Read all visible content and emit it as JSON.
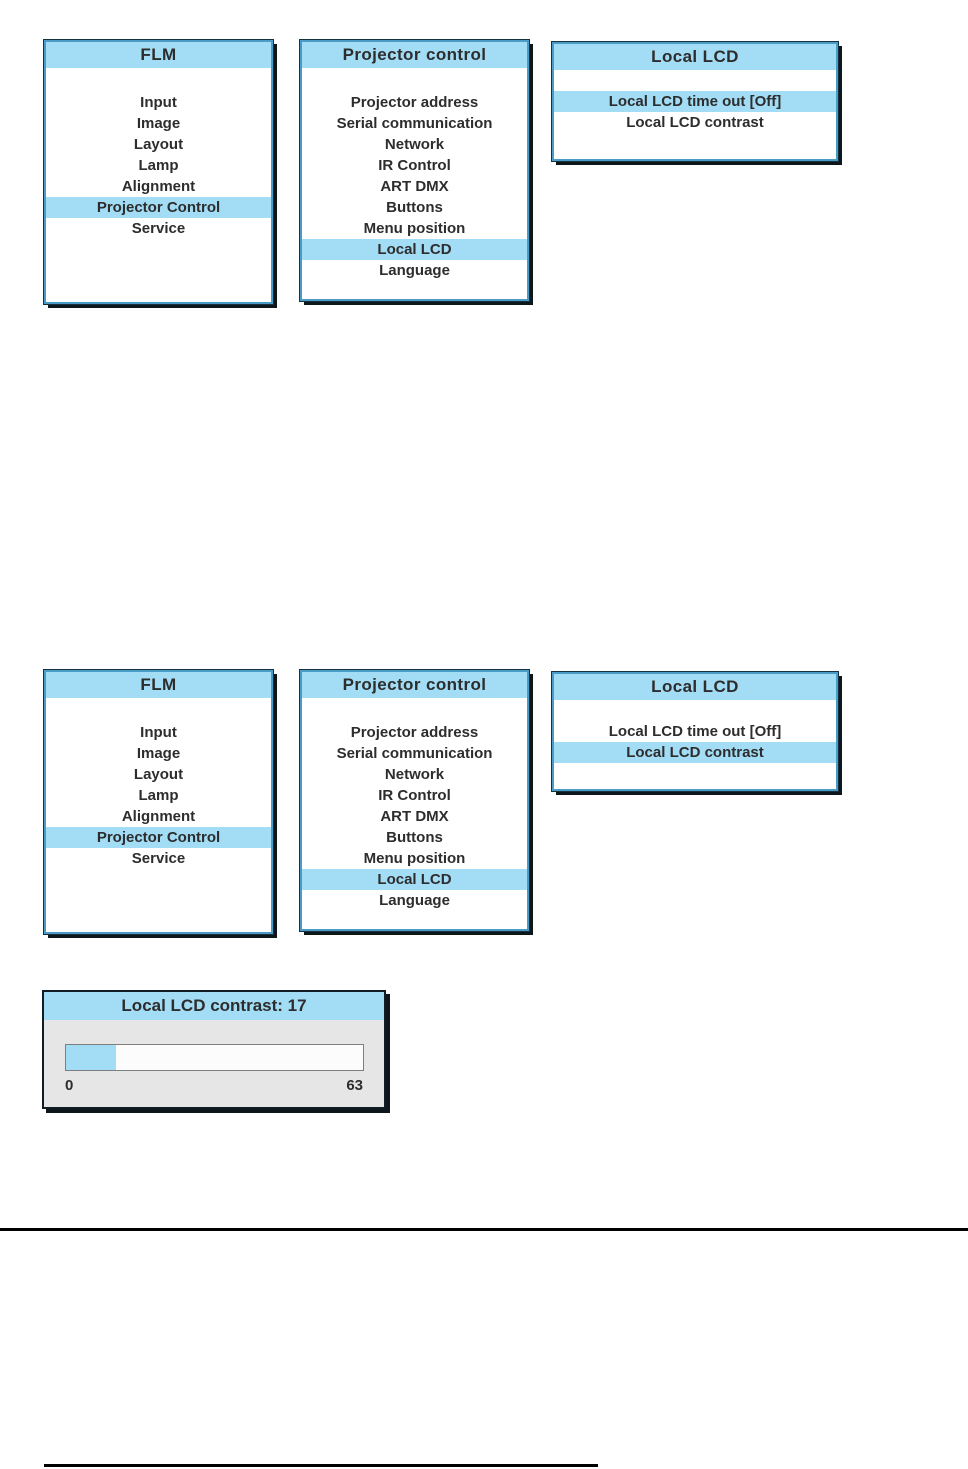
{
  "colors": {
    "blue": "#a2dcf5",
    "border": "#4a9bc6",
    "shadow": "#0d161b",
    "text": "#2d2d2d",
    "dialog": "#e6e6e6"
  },
  "step1": {
    "flm_menu": {
      "title": "FLM",
      "items": [
        {
          "label": "Input",
          "highlighted": false
        },
        {
          "label": "Image",
          "highlighted": false
        },
        {
          "label": "Layout",
          "highlighted": false
        },
        {
          "label": "Lamp",
          "highlighted": false
        },
        {
          "label": "Alignment",
          "highlighted": false
        },
        {
          "label": "Projector Control",
          "highlighted": true
        },
        {
          "label": "Service",
          "highlighted": false
        }
      ]
    },
    "projector_control_menu": {
      "title": "Projector control",
      "items": [
        {
          "label": "Projector address",
          "highlighted": false
        },
        {
          "label": "Serial communication",
          "highlighted": false
        },
        {
          "label": "Network",
          "highlighted": false
        },
        {
          "label": "IR Control",
          "highlighted": false
        },
        {
          "label": "ART DMX",
          "highlighted": false
        },
        {
          "label": "Buttons",
          "highlighted": false
        },
        {
          "label": "Menu position",
          "highlighted": false
        },
        {
          "label": "Local LCD",
          "highlighted": true
        },
        {
          "label": "Language",
          "highlighted": false
        }
      ]
    },
    "local_lcd_menu": {
      "title": "Local LCD",
      "items": [
        {
          "label": "Local LCD time out [Off]",
          "highlighted": true
        },
        {
          "label": "Local LCD contrast",
          "highlighted": false
        }
      ]
    }
  },
  "step2": {
    "flm_menu": {
      "title": "FLM",
      "items": [
        {
          "label": "Input",
          "highlighted": false
        },
        {
          "label": "Image",
          "highlighted": false
        },
        {
          "label": "Layout",
          "highlighted": false
        },
        {
          "label": "Lamp",
          "highlighted": false
        },
        {
          "label": "Alignment",
          "highlighted": false
        },
        {
          "label": "Projector Control",
          "highlighted": true
        },
        {
          "label": "Service",
          "highlighted": false
        }
      ]
    },
    "projector_control_menu": {
      "title": "Projector control",
      "items": [
        {
          "label": "Projector address",
          "highlighted": false
        },
        {
          "label": "Serial communication",
          "highlighted": false
        },
        {
          "label": "Network",
          "highlighted": false
        },
        {
          "label": "IR Control",
          "highlighted": false
        },
        {
          "label": "ART DMX",
          "highlighted": false
        },
        {
          "label": "Buttons",
          "highlighted": false
        },
        {
          "label": "Menu position",
          "highlighted": false
        },
        {
          "label": "Local LCD",
          "highlighted": true
        },
        {
          "label": "Language",
          "highlighted": false
        }
      ]
    },
    "local_lcd_menu": {
      "title": "Local LCD",
      "items": [
        {
          "label": "Local LCD time out [Off]",
          "highlighted": false
        },
        {
          "label": "Local LCD contrast",
          "highlighted": true
        }
      ]
    }
  },
  "contrast_dialog": {
    "title": "Local LCD contrast: 17",
    "value": 17,
    "min_label": "0",
    "max_label": "63",
    "fill_percent": 17
  }
}
